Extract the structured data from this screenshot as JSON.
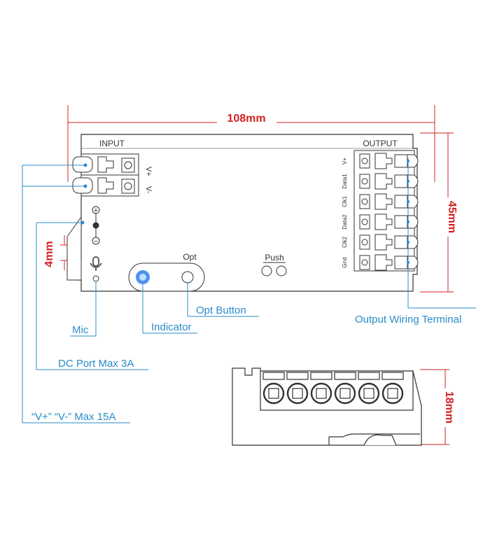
{
  "dimensions": {
    "width": "108mm",
    "height": "45mm",
    "depth": "18mm",
    "dc_port": "4mm"
  },
  "panel": {
    "input_label": "INPUT",
    "output_label": "OUTPUT",
    "vplus_label": "V+",
    "vminus_label": "V-",
    "opt_label": "Opt",
    "push_label": "Push",
    "plus_symbol": "+",
    "minus_symbol": "−"
  },
  "output_pins": [
    "V+",
    "Data1",
    "Clk1",
    "Data2",
    "Clk2",
    "Gnd"
  ],
  "callouts": {
    "opt_button": "Opt Button",
    "indicator": "Indicator",
    "mic": "Mic",
    "dc_port": "DC Port Max 3A",
    "power": "“V+” “V-” Max 15A",
    "output_terminal": "Output Wiring Terminal"
  },
  "colors": {
    "dimension": "#d62020",
    "callout": "#2a8cc9",
    "outline": "#333333",
    "indicator": "#3a86f0"
  }
}
